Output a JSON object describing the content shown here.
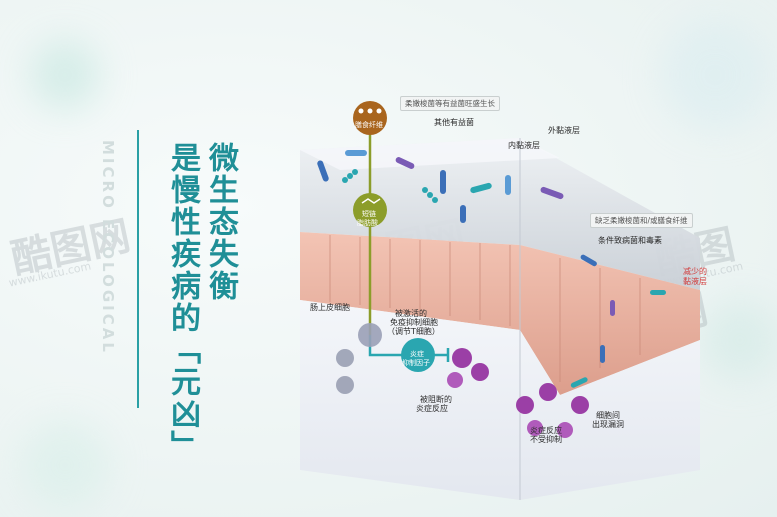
{
  "title": {
    "col1": "微生态失衡",
    "col2": "是慢性疾病的「元凶」",
    "vertical_en": "MICRO ECOLOGICAL"
  },
  "watermark": {
    "brand": "酷图网",
    "url": "www.ikutu.com"
  },
  "diagram": {
    "dietary_fiber": "膳食纤维",
    "scfa_line1": "短链",
    "scfa_line2": "脂肪酸",
    "anti_inflam_line1": "炎症",
    "anti_inflam_line2": "抑制因子",
    "label_akk_growth": "柔嫩梭菌等有益菌旺盛生长",
    "label_other_bacteria": "其他有益菌",
    "label_inner_mucus": "内黏液层",
    "label_outer_mucus": "外黏液层",
    "label_lack": "缺乏柔嫩梭菌和/或膳食纤维",
    "label_pathogen": "条件致病菌和毒素",
    "label_reduced_mucus_1": "减少的",
    "label_reduced_mucus_2": "黏液层",
    "label_epithelial": "肠上皮细胞",
    "label_activated_1": "被激活的",
    "label_activated_2": "免疫抑制细胞",
    "label_activated_3": "（调节T细胞）",
    "label_blocked_1": "被阻断的",
    "label_blocked_2": "炎症反应",
    "label_gap_1": "细胞间",
    "label_gap_2": "出现漏洞",
    "label_uncontrolled_1": "炎症反应",
    "label_uncontrolled_2": "不受抑制"
  },
  "colors": {
    "teal": "#1f8f97",
    "brown_node": "#a9651e",
    "green_node": "#8c9d2a",
    "teal_node": "#2aa6b0",
    "epithelium": "#e8b0a0",
    "red_label": "#d23a3a"
  }
}
